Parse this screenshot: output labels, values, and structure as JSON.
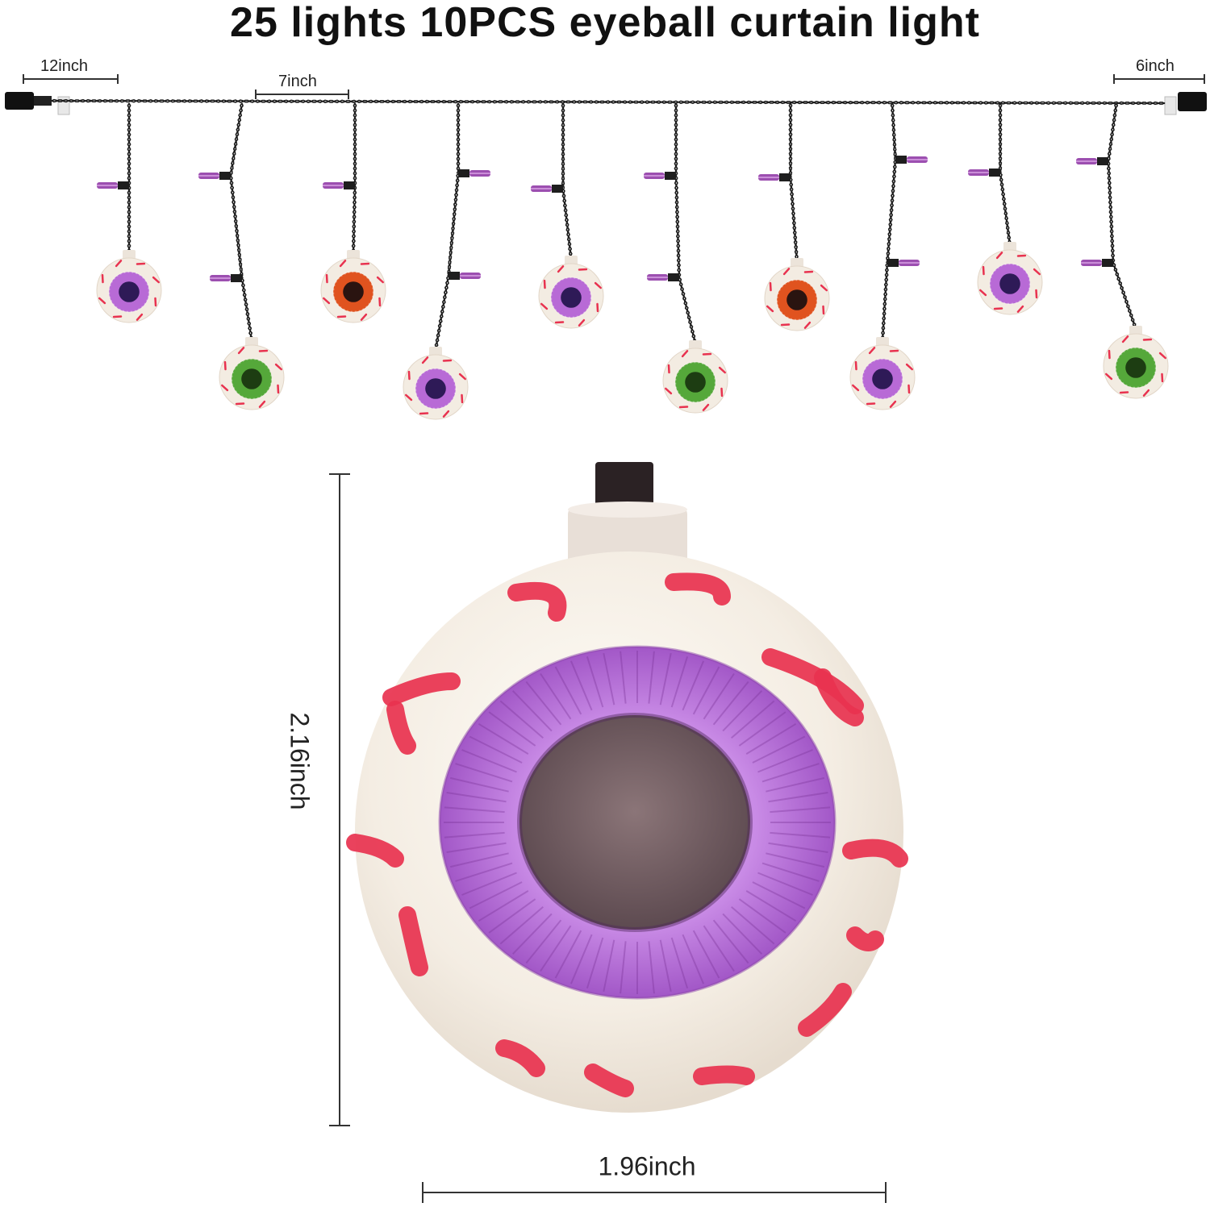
{
  "header": {
    "title": "25 lights 10PCS eyeball curtain light"
  },
  "dimensions": {
    "lead_left": "12inch",
    "spacing": "7inch",
    "lead_right": "6inch",
    "bulb_height": "2.16inch",
    "bulb_width": "1.96inch"
  },
  "string_light": {
    "eyeball_count": 10,
    "eyeball_iris_colors": [
      "purple",
      "green",
      "orange",
      "purple",
      "purple",
      "green",
      "orange",
      "purple",
      "purple",
      "green"
    ]
  },
  "colors": {
    "wire": "#1a1a1a",
    "bulb_shell": "#f3ece2",
    "vein": "#e8324f",
    "iris_purple": "#b86ad6",
    "iris_green": "#55a83a",
    "iris_orange": "#e0531f",
    "pupil_purple": "#2e1a57",
    "pupil_green": "#1d3d12",
    "pupil_orange": "#2a1410",
    "mini_bulb": "#9c4fb0"
  }
}
